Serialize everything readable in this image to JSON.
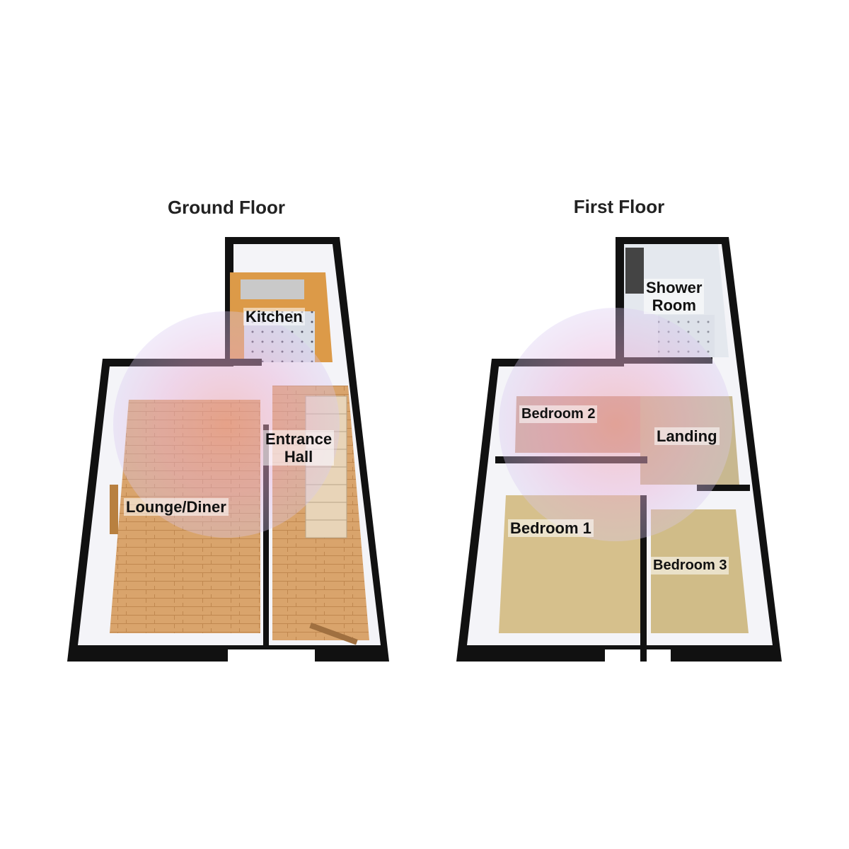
{
  "floors": [
    {
      "title": "Ground Floor",
      "rooms": [
        "Kitchen",
        "Entrance\nHall",
        "Lounge/Diner"
      ]
    },
    {
      "title": "First Floor",
      "rooms": [
        "Shower\nRoom",
        "Bedroom 2",
        "Landing",
        "Bedroom 1",
        "Bedroom 3"
      ]
    }
  ],
  "colors": {
    "wall": "#111111",
    "wood_floor": "#d9a46c",
    "carpet": "#d6c08c",
    "kitchen_floor": "#dc9a48",
    "tile": "#cfd6e0"
  }
}
